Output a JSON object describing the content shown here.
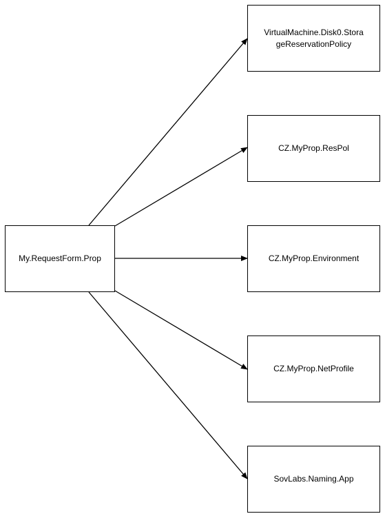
{
  "diagram": {
    "source": {
      "label": "My.RequestForm.Prop"
    },
    "targets": [
      {
        "label": "VirtualMachine.Disk0.StorageReservationPolicy"
      },
      {
        "label": "CZ.MyProp.ResPol"
      },
      {
        "label": "CZ.MyProp.Environment"
      },
      {
        "label": "CZ.MyProp.NetProfile"
      },
      {
        "label": "SovLabs.Naming.App"
      }
    ],
    "edges": [
      {
        "from": "My.RequestForm.Prop",
        "to": "VirtualMachine.Disk0.StorageReservationPolicy"
      },
      {
        "from": "My.RequestForm.Prop",
        "to": "CZ.MyProp.ResPol"
      },
      {
        "from": "My.RequestForm.Prop",
        "to": "CZ.MyProp.Environment"
      },
      {
        "from": "My.RequestForm.Prop",
        "to": "CZ.MyProp.NetProfile"
      },
      {
        "from": "My.RequestForm.Prop",
        "to": "SovLabs.Naming.App"
      }
    ]
  }
}
